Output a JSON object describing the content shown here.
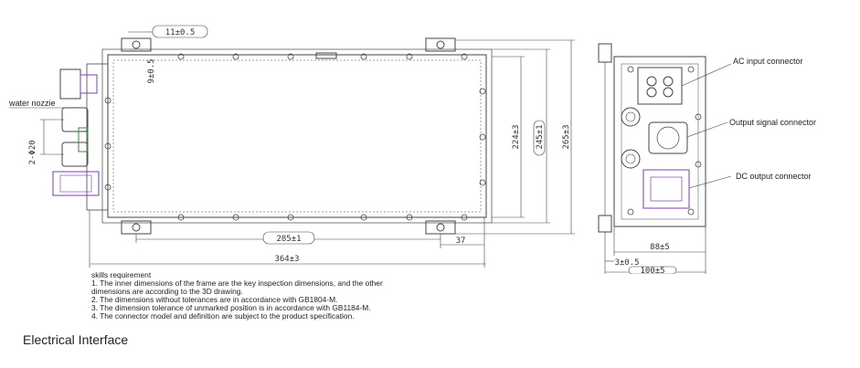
{
  "callouts": {
    "water_nozzle": "water nozzie",
    "ac_input": "AC input connector",
    "output_signal": "Output signal connector",
    "dc_output": "DC output connector"
  },
  "dimensions": {
    "hole_width": "11±0.5",
    "hole_offset": "9±0.5",
    "nozzle_dia": "2-Φ20",
    "height_inner": "224±3",
    "height_mid": "245±1",
    "height_outer": "265±3",
    "width_holes": "285±1",
    "width_edge": "37",
    "width_total": "364±3",
    "side_width": "88±5",
    "side_offset": "3±0.5",
    "side_total": "100±5"
  },
  "notes": {
    "title": "skills requirement",
    "lines": [
      "1. The inner dimensions of the frame are the key inspection dimensions, and the other",
      "dimensions are according to the 3D drawing.",
      "2. The dimensions without tolerances are in accordance with GB1804-M.",
      "3. The dimension tolerance of unmarked position is in accordance with GB1184-M.",
      "4. The connector model and definition are subject to the product specification."
    ]
  },
  "caption": "Electrical Interface",
  "colors": {
    "line": "#444444",
    "connector": "#7a3fb0",
    "accent": "#2f8a3a"
  }
}
